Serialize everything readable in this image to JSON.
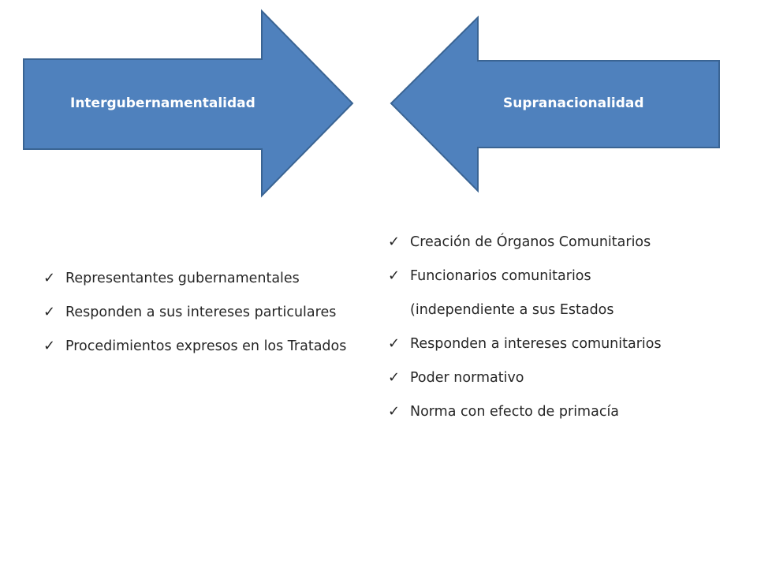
{
  "left_arrow": {
    "label": "Intergubernamentalidad",
    "fill": "#4f81bd",
    "stroke": "#3a6493"
  },
  "right_arrow": {
    "label": "Supranacionalidad",
    "fill": "#4f81bd",
    "stroke": "#3a6493"
  },
  "left_list": {
    "check_icon": "checkmark-icon",
    "items": [
      "Representantes gubernamentales",
      "Responden a sus intereses particulares",
      "Procedimientos expresos en los Tratados"
    ]
  },
  "right_list": {
    "check_icon": "checkmark-icon",
    "items": [
      "Creación de Órganos Comunitarios",
      "Funcionarios comunitarios",
      "(independiente a sus Estados",
      "Responden a intereses comunitarios",
      "Poder normativo",
      "Norma con efecto de primacía"
    ]
  }
}
